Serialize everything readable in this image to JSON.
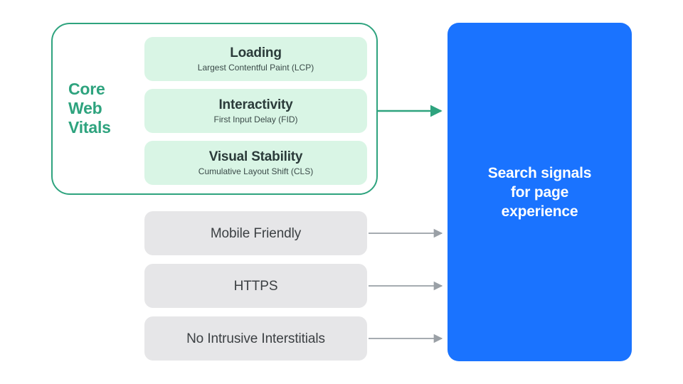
{
  "diagram": {
    "title_text_present": false,
    "colors": {
      "green_accent": "#2EA37E",
      "green_card_bg": "#D9F5E5",
      "gray_card_bg": "#E6E6E8",
      "blue_box_bg": "#1A73FF",
      "dark_text": "#3C4043",
      "white_text": "#FFFFFF",
      "gray_arrow": "#9AA0A6",
      "background": "#FFFFFF"
    }
  },
  "core_web_vitals": {
    "group_label": "Core\nWeb\nVitals",
    "metrics": [
      {
        "title": "Loading",
        "subtitle": "Largest Contentful Paint (LCP)"
      },
      {
        "title": "Interactivity",
        "subtitle": "First Input Delay (FID)"
      },
      {
        "title": "Visual Stability",
        "subtitle": "Cumulative Layout Shift (CLS)"
      }
    ]
  },
  "other_signals": [
    {
      "label": "Mobile Friendly"
    },
    {
      "label": "HTTPS"
    },
    {
      "label": "No Intrusive Interstitials"
    }
  ],
  "output": {
    "label": "Search signals\nfor page\nexperience"
  },
  "connectors": [
    {
      "name": "core-web-vitals-arrow",
      "color": "#2EA37E"
    },
    {
      "name": "mobile-friendly-arrow",
      "color": "#9AA0A6"
    },
    {
      "name": "https-arrow",
      "color": "#9AA0A6"
    },
    {
      "name": "interstitials-arrow",
      "color": "#9AA0A6"
    }
  ]
}
